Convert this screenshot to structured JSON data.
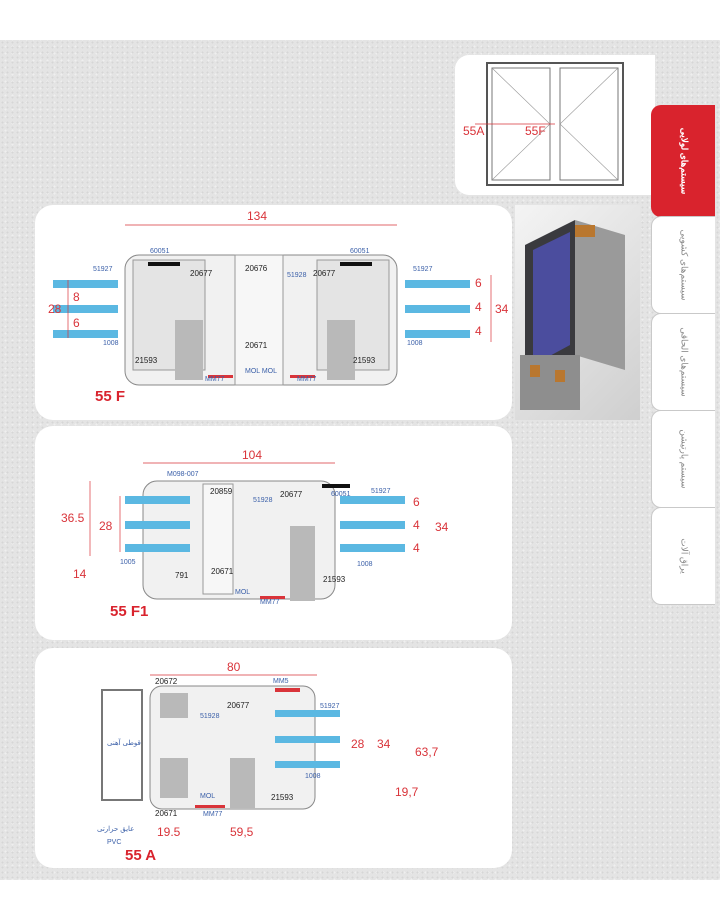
{
  "tabs": [
    {
      "label": "سیستم‌های لولایی",
      "active": true
    },
    {
      "label": "سیستم‌های کشویی",
      "active": false
    },
    {
      "label": "سیستم‌های الحاقی",
      "active": false
    },
    {
      "label": "سیستم پارتیشن",
      "active": false
    },
    {
      "label": "یراق آلات",
      "active": false
    }
  ],
  "window_diagram": {
    "left_label": "55A",
    "right_label": "55F"
  },
  "section_55f": {
    "title": "55 F",
    "dims": {
      "width": "134",
      "glass_total": "28",
      "gap1": "8",
      "gap2": "6",
      "right_total": "34",
      "r1": "6",
      "r2": "4",
      "r3": "4"
    },
    "parts": {
      "cap_left": "60051",
      "cap_right": "60051",
      "gasket_left": "51927",
      "gasket_right": "51927",
      "center_top": "20676",
      "center_bottom": "20671",
      "sash_left": "20677",
      "sash_right": "20677",
      "seal_center": "51928",
      "bead_left": "1008",
      "bead_right": "1008",
      "frame_left": "21593",
      "frame_right": "21593",
      "mm_left": "MM77",
      "mm_right": "MM77",
      "mol": "MOL MOL"
    }
  },
  "section_55f1": {
    "title": "55 F1",
    "dims": {
      "width": "104",
      "left_total": "36.5",
      "glass": "28",
      "bottom": "14",
      "right_total": "34",
      "r1": "6",
      "r2": "4",
      "r3": "4"
    },
    "parts": {
      "cap": "60051",
      "gasket_left": "M098-007",
      "gasket_right": "51927",
      "top": "20859",
      "seal": "51928",
      "sash": "20677",
      "bead_left": "1005",
      "bead_right": "1008",
      "frame_left": "791",
      "center": "20671",
      "frame_right": "21593",
      "mol": "MOL",
      "mm": "MM77"
    }
  },
  "section_55a": {
    "title": "55 A",
    "dims": {
      "width": "80",
      "glass": "28",
      "glass_total": "34",
      "total_height": "63,7",
      "bottom": "19,7",
      "left": "19.5",
      "right": "59,5"
    },
    "parts": {
      "top": "20672",
      "mm5": "MM5",
      "gasket": "51927",
      "seal": "51928",
      "sash": "20677",
      "bead": "1008",
      "steel": "قوطی آهنی",
      "bottom": "20671",
      "frame": "21593",
      "mol": "MOL",
      "mm": "MM77",
      "insulator": "عایق حرارتی",
      "pvc": "PVC"
    }
  }
}
